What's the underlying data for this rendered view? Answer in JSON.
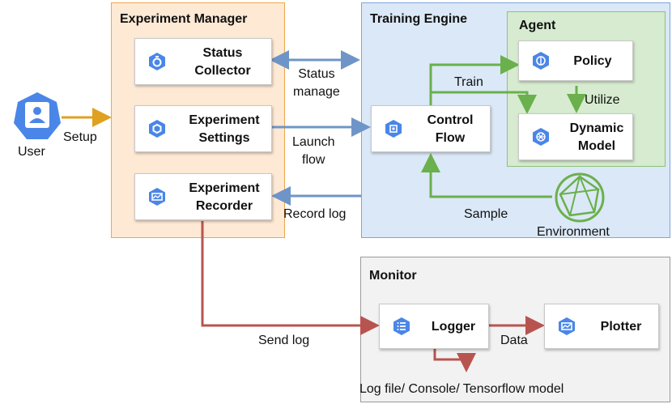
{
  "colors": {
    "manager_fill": "#fde9d4",
    "manager_border": "#f0a64d",
    "engine_fill": "#dbe8f7",
    "engine_border": "#7ea6d8",
    "agent_fill": "#d6ebcf",
    "agent_border": "#8cc27a",
    "monitor_fill": "#f2f2f2",
    "monitor_border": "#9a9a9a",
    "icon_blue": "#4a86e8",
    "arrow_orange": "#e0a020",
    "arrow_blue": "#6f95c8",
    "arrow_green": "#6ab04c",
    "arrow_red": "#b85450"
  },
  "user": {
    "label": "User",
    "icon": "user-icon"
  },
  "manager": {
    "title": "Experiment Manager",
    "status_collector": {
      "label": "Status\nCollector",
      "icon": "status-collector-icon"
    },
    "experiment_settings": {
      "label": "Experiment\nSettings",
      "icon": "settings-icon"
    },
    "experiment_recorder": {
      "label": "Experiment\nRecorder",
      "icon": "recorder-icon"
    }
  },
  "engine": {
    "title": "Training Engine",
    "control_flow": {
      "label": "Control\nFlow",
      "icon": "chip-icon"
    },
    "environment": {
      "label": "Environment",
      "icon": "environment-icon"
    }
  },
  "agent": {
    "title": "Agent",
    "policy": {
      "label": "Policy",
      "icon": "brain-icon"
    },
    "dynamic_model": {
      "label": "Dynamic\nModel",
      "icon": "network-icon"
    }
  },
  "monitor": {
    "title": "Monitor",
    "logger": {
      "label": "Logger",
      "icon": "logger-icon"
    },
    "plotter": {
      "label": "Plotter",
      "icon": "plotter-icon"
    }
  },
  "edges": {
    "setup": "Setup",
    "status_manage": "Status\nmanage",
    "launch_flow": "Launch\nflow",
    "record_log": "Record log",
    "train": "Train",
    "utilize": "Utilize",
    "sample": "Sample",
    "send_log": "Send log",
    "data": "Data",
    "log_output": "Log file/ Console/ Tensorflow model"
  }
}
